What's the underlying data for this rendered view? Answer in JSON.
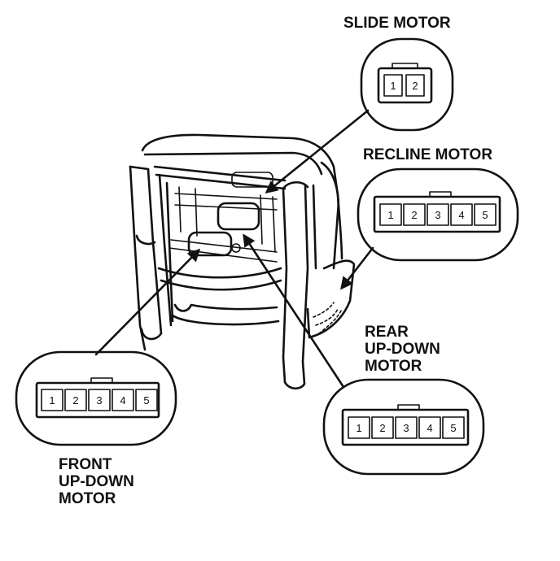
{
  "labels": {
    "slide": [
      "SLIDE MOTOR"
    ],
    "recline": [
      "RECLINE MOTOR"
    ],
    "rear": [
      "REAR",
      "UP-DOWN",
      "MOTOR"
    ],
    "front": [
      "FRONT",
      "UP-DOWN",
      "MOTOR"
    ]
  },
  "connectors": {
    "slide": [
      "1",
      "2"
    ],
    "recline": [
      "1",
      "2",
      "3",
      "4",
      "5"
    ],
    "rear": [
      "1",
      "2",
      "3",
      "4",
      "5"
    ],
    "front": [
      "1",
      "2",
      "3",
      "4",
      "5"
    ]
  }
}
